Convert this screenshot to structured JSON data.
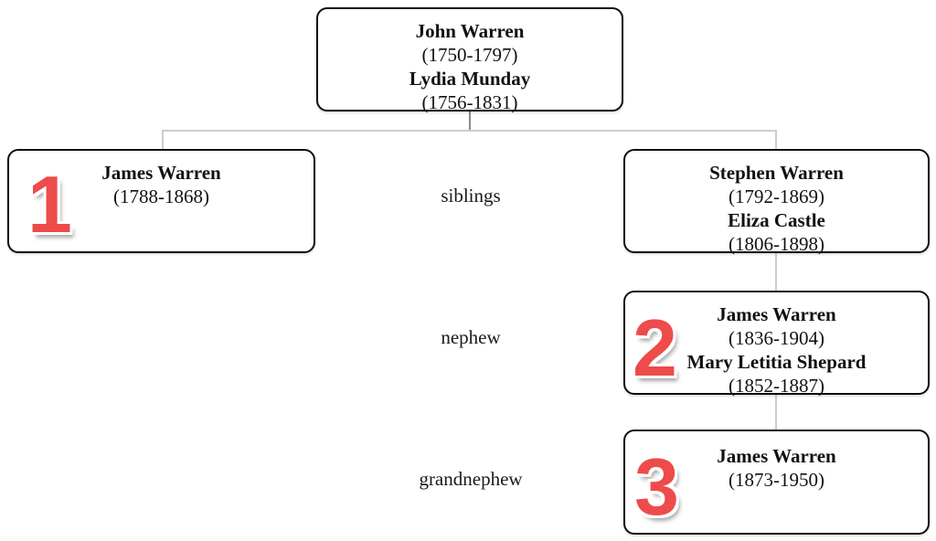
{
  "relationship_labels": {
    "siblings": "siblings",
    "nephew": "nephew",
    "grandnephew": "grandnephew"
  },
  "markers": {
    "marker1": "1",
    "marker2": "2",
    "marker3": "3"
  },
  "nodes": {
    "ancestors": {
      "name1": "John Warren",
      "dates1": "(1750-1797)",
      "name2": "Lydia Munday",
      "dates2": "(1756-1831)"
    },
    "person1": {
      "name1": "James Warren",
      "dates1": "(1788-1868)"
    },
    "sibling_couple": {
      "name1": "Stephen Warren",
      "dates1": "(1792-1869)",
      "name2": "Eliza Castle",
      "dates2": "(1806-1898)"
    },
    "person2_couple": {
      "name1": "James Warren",
      "dates1": "(1836-1904)",
      "name2": "Mary Letitia Shepard",
      "dates2": "(1852-1887)"
    },
    "person3": {
      "name1": "James Warren",
      "dates1": "(1873-1950)"
    }
  },
  "colors": {
    "marker_red": "#ee4b4b",
    "connector_light": "#cdcdcd",
    "connector_dark": "#8a8a8a"
  }
}
